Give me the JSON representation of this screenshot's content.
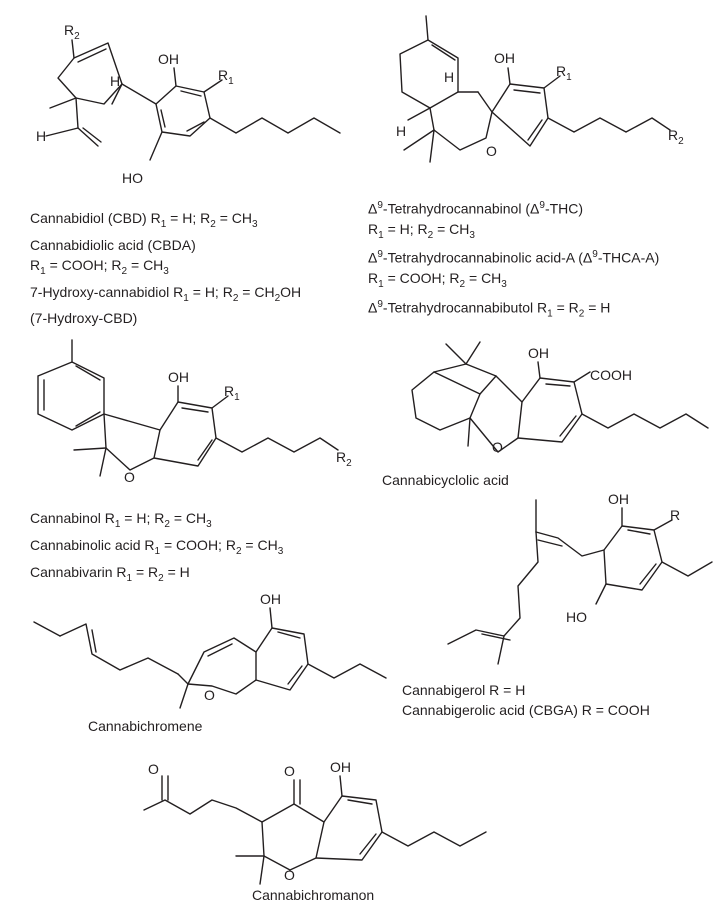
{
  "atom_labels": {
    "R1": "R",
    "R1_sub": "1",
    "R2": "R",
    "R2_sub": "2",
    "R": "R",
    "OH": "OH",
    "HO": "HO",
    "H": "H",
    "O": "O",
    "COOH": "COOH"
  },
  "captions": {
    "cbd": {
      "line1_name": "Cannabidiol (CBD) R",
      "line1_tail": " = H; R",
      "line1_eq": " = CH",
      "line2": "Cannabidiolic acid (CBDA)",
      "line3_a": "R",
      "line3_b": " = COOH; R",
      "line3_c": " = CH",
      "line4_name": "7-Hydroxy-cannabidiol R",
      "line4_tail": " = H; R",
      "line4_eq": " = CH",
      "line4_end": "OH",
      "line5": "(7-Hydroxy-CBD)"
    },
    "thc": {
      "delta": "Δ",
      "sup9": "9",
      "line1_name": "-Tetrahydrocannabinol (",
      "line1_abbr": "-THC)",
      "line2_a": "R",
      "line2_b": " = H; R",
      "line2_c": "  = CH",
      "line3_name": "-Tetrahydrocannabinolic acid-A (",
      "line3_abbr": "-THCA-A)",
      "line4_a": "R",
      "line4_b": " = COOH; R",
      "line4_c": " = CH",
      "line5_name": "-Tetrahydrocannabibutol R",
      "line5_tail": " = R",
      "line5_end": " = H"
    },
    "cbn": {
      "line1_name": "Cannabinol R",
      "line1_tail": " = H; R",
      "line1_eq": " = CH",
      "line2_name": "Cannabinolic acid R",
      "line2_tail": " = COOH; R",
      "line2_eq": " = CH",
      "line3_name": "Cannabivarin R",
      "line3_tail": " = R",
      "line3_end": " = H"
    },
    "cbl": {
      "text": "Cannabicyclolic acid"
    },
    "cbg": {
      "line1": "Cannabigerol R = H",
      "line2": "Cannabigerolic acid (CBGA) R = COOH"
    },
    "cbc": {
      "text": "Cannabichromene"
    },
    "cbcn": {
      "text": "Cannabichromanon"
    },
    "sub": {
      "one": "1",
      "two": "2",
      "three": "3"
    }
  }
}
